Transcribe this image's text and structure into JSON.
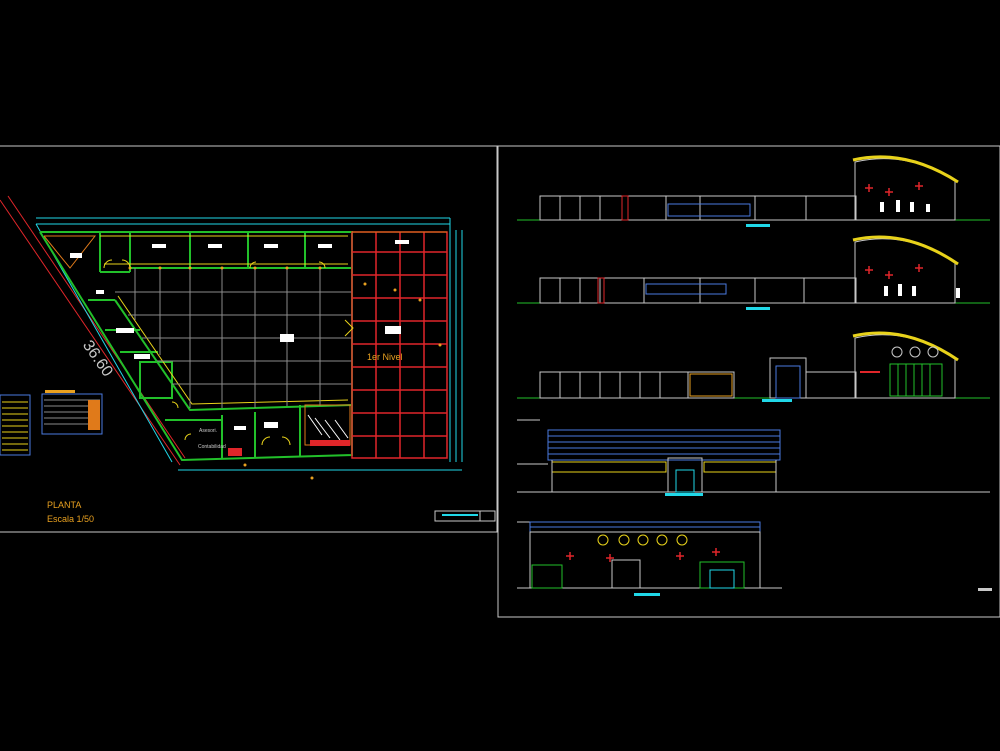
{
  "drawing": {
    "background": "#000000",
    "colors": {
      "frame": "#c8c8c8",
      "wall_green": "#22c02a",
      "grid_gray": "#8a8a8a",
      "red": "#e0262a",
      "yellow": "#e8d21a",
      "cyan": "#20d8e8",
      "orange": "#e07a1a",
      "white": "#ffffff",
      "blue": "#4a7ae0",
      "magenta": "#d040d0"
    }
  },
  "plan": {
    "title": "PLANTA",
    "scale": "Escala 1/50",
    "level_label": "1er Nivel",
    "dimension_label": "36.60",
    "room_labels": [
      "Asesori.",
      "Contabilidad"
    ]
  }
}
